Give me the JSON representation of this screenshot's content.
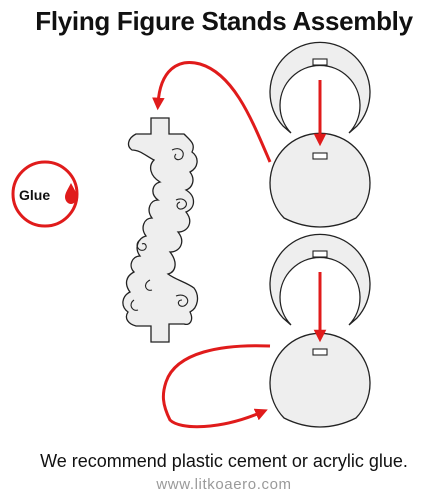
{
  "title": "Flying Figure Stands Assembly",
  "glue_label": "Glue",
  "note": "We recommend plastic cement or acrylic glue.",
  "website": "www.litkoaero.com",
  "colors": {
    "arrow": "#e01b1b",
    "part_fill": "#eeeeee",
    "outline": "#222222",
    "glue_drop": "#e01b1b"
  },
  "icons": [
    "glue-drop-icon",
    "arrow-icon"
  ]
}
